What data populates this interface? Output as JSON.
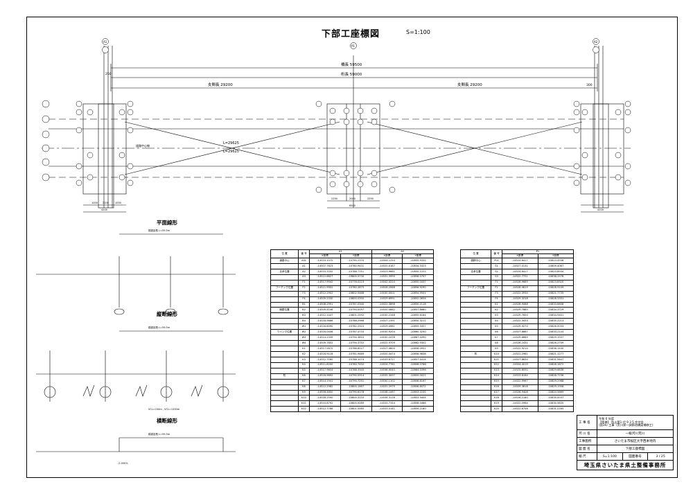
{
  "drawing": {
    "title": "下部工座標図",
    "scale": "S=1:100",
    "labels": {
      "bridge_length": "橋長 59500",
      "girder_length": "桁長 59000",
      "span_left": "支間長 29200",
      "span_right": "支間長 29200",
      "dim_250": "250",
      "dim_300": "300",
      "l1": "L=29625",
      "l2": "L=29625",
      "centerline": "道路中心線",
      "a1": "A1",
      "p1": "P1",
      "a2": "A2",
      "sub_dims": [
        "1000",
        "2100",
        "1000"
      ],
      "sub_total": "4200",
      "pier_dims": [
        "2250",
        "2000",
        "2250"
      ],
      "pier_total": "6500"
    },
    "sections": {
      "plan": "平面線形",
      "profile": "縦断線形",
      "cross": "横断線形",
      "plan_note": "橋梁延長 L=59.5m",
      "profile_note": "橋梁延長 L=59.5m",
      "cross_note": "橋梁延長 L=59.5m",
      "profile_vcl": "VCL=150m , VCL=1200m",
      "cross_slope": "-2.000%"
    }
  },
  "table_a": {
    "headers": [
      "位 置",
      "番 号",
      "A1",
      "A2"
    ],
    "sub_headers": [
      "X座標",
      "Y座標",
      "X座標",
      "Y座標"
    ],
    "rows": [
      [
        "道路中心",
        "A0L",
        "-14510.1070",
        "-10790.2370",
        "-14504.1254",
        "-10855.9335"
      ],
      [
        "",
        "A1",
        "-14507.7823",
        "-10780.9431",
        "-14520.0167",
        "-10834.3323"
      ],
      [
        "支承位置",
        "A2",
        "-14510.3332",
        "-10788.7751",
        "-14523.9681",
        "-10850.1222"
      ],
      [
        "",
        "A3",
        "-14512.6627",
        "-10800.5730",
        "-14531.5990",
        "-10856.0707"
      ],
      [
        "",
        "F1",
        "-14517.9942",
        "-10778.0223",
        "-14542.0220",
        "-10850.0437"
      ],
      [
        "フーチング位置",
        "F2",
        "-14511.9902",
        "-10780.2875",
        "-14528.2068",
        "-10856.9290"
      ],
      [
        "",
        "F3",
        "-14512.2902",
        "-10802.5468",
        "-14530.0001",
        "-10854.9501"
      ],
      [
        "",
        "F4",
        "-14509.2330",
        "-10800.0350",
        "-14529.6991",
        "-10852.0634"
      ],
      [
        "",
        "B1",
        "-14508.2991",
        "-10787.0340",
        "-14522.3898",
        "-10850.2118"
      ],
      [
        "胸壁位置",
        "B2",
        "-14509.4146",
        "-10790.0097",
        "-14520.0662",
        "-10857.8660"
      ],
      [
        "",
        "B3",
        "-14512.1447",
        "-10801.2592",
        "-14530.2148",
        "-10855.6164"
      ],
      [
        "",
        "B4",
        "-14518.9686",
        "-10788.2968",
        "-14527.1391",
        "-10850.3211"
      ],
      [
        "",
        "W1",
        "-14516.6090",
        "-10782.2310",
        "-14529.4981",
        "-10855.3357"
      ],
      [
        "ウイング位置",
        "W2",
        "-14516.0408",
        "-10787.4733",
        "-14530.9204",
        "-10860.3250"
      ],
      [
        "",
        "W3",
        "-14514.2339",
        "-10794.3853",
        "-14530.2478",
        "-10867.4090"
      ],
      [
        "",
        "W4",
        "-14509.7852",
        "-10794.3752",
        "-14522.9709",
        "-10862.9302"
      ],
      [
        "",
        "K1",
        "-14517.5870",
        "-10786.6027",
        "-14527.4600",
        "-10856.0952"
      ],
      [
        "",
        "K2",
        "-14516.9116",
        "-10781.9469",
        "-14520.3474",
        "-10856.9838"
      ],
      [
        "",
        "K3",
        "-14512.7160",
        "-10788.1074",
        "-14533.6717",
        "-10857.4414"
      ],
      [
        "",
        "K4",
        "-14511.8200",
        "-10780.7432",
        "-14524.7761",
        "-10858.0766"
      ],
      [
        "",
        "K5",
        "-14517.9654",
        "-10788.3340",
        "-14536.9040",
        "-10864.1096"
      ],
      [
        "杭",
        "K6",
        "-14516.9892",
        "-10790.5914",
        "-14535.3097",
        "-10855.0021"
      ],
      [
        "",
        "K7",
        "-14514.1941",
        "-10790.7291",
        "-14530.1102",
        "-10858.6167"
      ],
      [
        "",
        "K8",
        "-14512.2982",
        "-10800.1467",
        "-14531.2979",
        "-10856.6072"
      ],
      [
        "",
        "K9",
        "-14516.4850",
        "-10790.6178",
        "-14538.1067",
        "-10853.2235"
      ],
      [
        "",
        "K10",
        "-14516.2590",
        "-10800.3133",
        "-14534.3118",
        "-10853.9404"
      ],
      [
        "",
        "K11",
        "-14510.8792",
        "-10800.9289",
        "-14532.7154",
        "-10858.0486"
      ],
      [
        "",
        "K12",
        "-14512.7766",
        "-10801.5565",
        "-14533.0141",
        "-10859.2180"
      ]
    ]
  },
  "table_p": {
    "headers": [
      "位 置",
      "番 号",
      "P1"
    ],
    "sub_headers": [
      "X座標",
      "Y座標"
    ],
    "rows": [
      [
        "橋脚中心",
        "P0L",
        "-14524.6417",
        "-10823.4936"
      ],
      [
        "",
        "S1",
        "-14527.0131",
        "-10809.4067"
      ],
      [
        "支承位置",
        "S2",
        "-14524.6417",
        "-10823.8934"
      ],
      [
        "",
        "S3",
        "-14522.7721",
        "-10838.2576"
      ],
      [
        "",
        "F1",
        "-14528.9669",
        "-10823.8320"
      ],
      [
        "フーチング位置",
        "F2",
        "-14528.9619",
        "-10828.9109"
      ],
      [
        "",
        "F3",
        "-14522.3934",
        "-10821.7735"
      ],
      [
        "",
        "F4",
        "-14529.3218",
        "-10828.3331"
      ],
      [
        "",
        "K1",
        "-14528.9088",
        "-10833.6608"
      ],
      [
        "",
        "K2",
        "-14529.7885",
        "-10834.3729"
      ],
      [
        "",
        "K3",
        "-14529.7650",
        "-10834.9401"
      ],
      [
        "",
        "K4",
        "-14522.3433",
        "-10835.2213"
      ],
      [
        "",
        "K5",
        "-14529.9270",
        "-10826.5033"
      ],
      [
        "",
        "K6",
        "-14527.8867",
        "-10833.2143"
      ],
      [
        "",
        "K7",
        "-14529.6669",
        "-10829.1937"
      ],
      [
        "",
        "K8",
        "-14526.2432",
        "-10826.2709"
      ],
      [
        "",
        "K9",
        "-14522.9214",
        "-10836.1430"
      ],
      [
        "杭",
        "K10",
        "-14521.2961",
        "-10821.1277"
      ],
      [
        "",
        "K11",
        "-14527.8830",
        "-10831.5647"
      ],
      [
        "",
        "K12",
        "-14524.4019",
        "-10826.1672"
      ],
      [
        "",
        "K13",
        "-14525.8051",
        "-10829.6836"
      ],
      [
        "",
        "K14",
        "-14523.8164",
        "-10828.7156"
      ],
      [
        "",
        "K15",
        "-14522.9967",
        "-10829.2988"
      ],
      [
        "",
        "K16",
        "-14529.3618",
        "-10829.1958"
      ],
      [
        "",
        "K17",
        "-14526.9408",
        "-10824.5669"
      ],
      [
        "",
        "K18",
        "-14526.2180",
        "-10835.0037"
      ],
      [
        "",
        "K19",
        "-14522.0964",
        "-10830.5835"
      ],
      [
        "",
        "K20",
        "-14522.6748",
        "-10831.5165"
      ]
    ]
  },
  "title_block": {
    "project_label": "工 事 名",
    "project_lines": [
      "令和 6 年度",
      "【県単】 防土第1 代 9 3 5 交付金",
      "(国16) 工事（荒川第一調節池橋梁補修工)"
    ],
    "river_label": "河 川 名",
    "river": "一級河川荒川",
    "location_label": "工事箇所",
    "location": "さいたま市桜区大字西本地内",
    "drawing_label": "図 面 名",
    "drawing": "下部工座標図",
    "scale_label": "縮 尺",
    "scale": "S=1:100",
    "number_label": "図面番号",
    "number": "3 / 25",
    "office": "埼玉県さいたま県土整備事務所"
  }
}
